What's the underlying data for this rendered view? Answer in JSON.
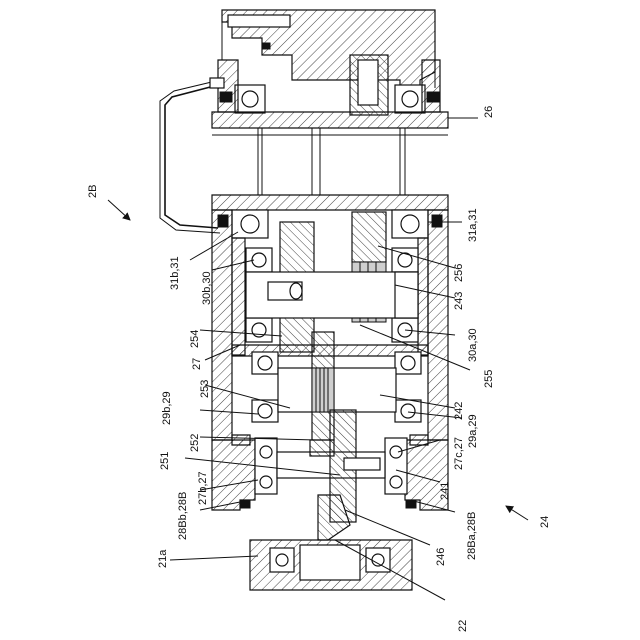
{
  "figure": {
    "assembly_label": "2B",
    "labels": {
      "l26": "26",
      "l31a": "31a,31",
      "l256": "256",
      "l243": "243",
      "l30a": "30a,30",
      "l255": "255",
      "l242": "242",
      "l29a": "29a,29",
      "l27c": "27c,27",
      "l241": "241",
      "l28Ba": "28Ba,28B",
      "l24": "24",
      "l246": "246",
      "l22": "22",
      "l31b": "31b,31",
      "l30b": "30b,30",
      "l254": "254",
      "l27": "27",
      "l253": "253",
      "l29b": "29b,29",
      "l252": "252",
      "l251": "251",
      "l27b": "27b,27",
      "l28Bb": "28Bb,28B",
      "l21a": "21a"
    }
  }
}
